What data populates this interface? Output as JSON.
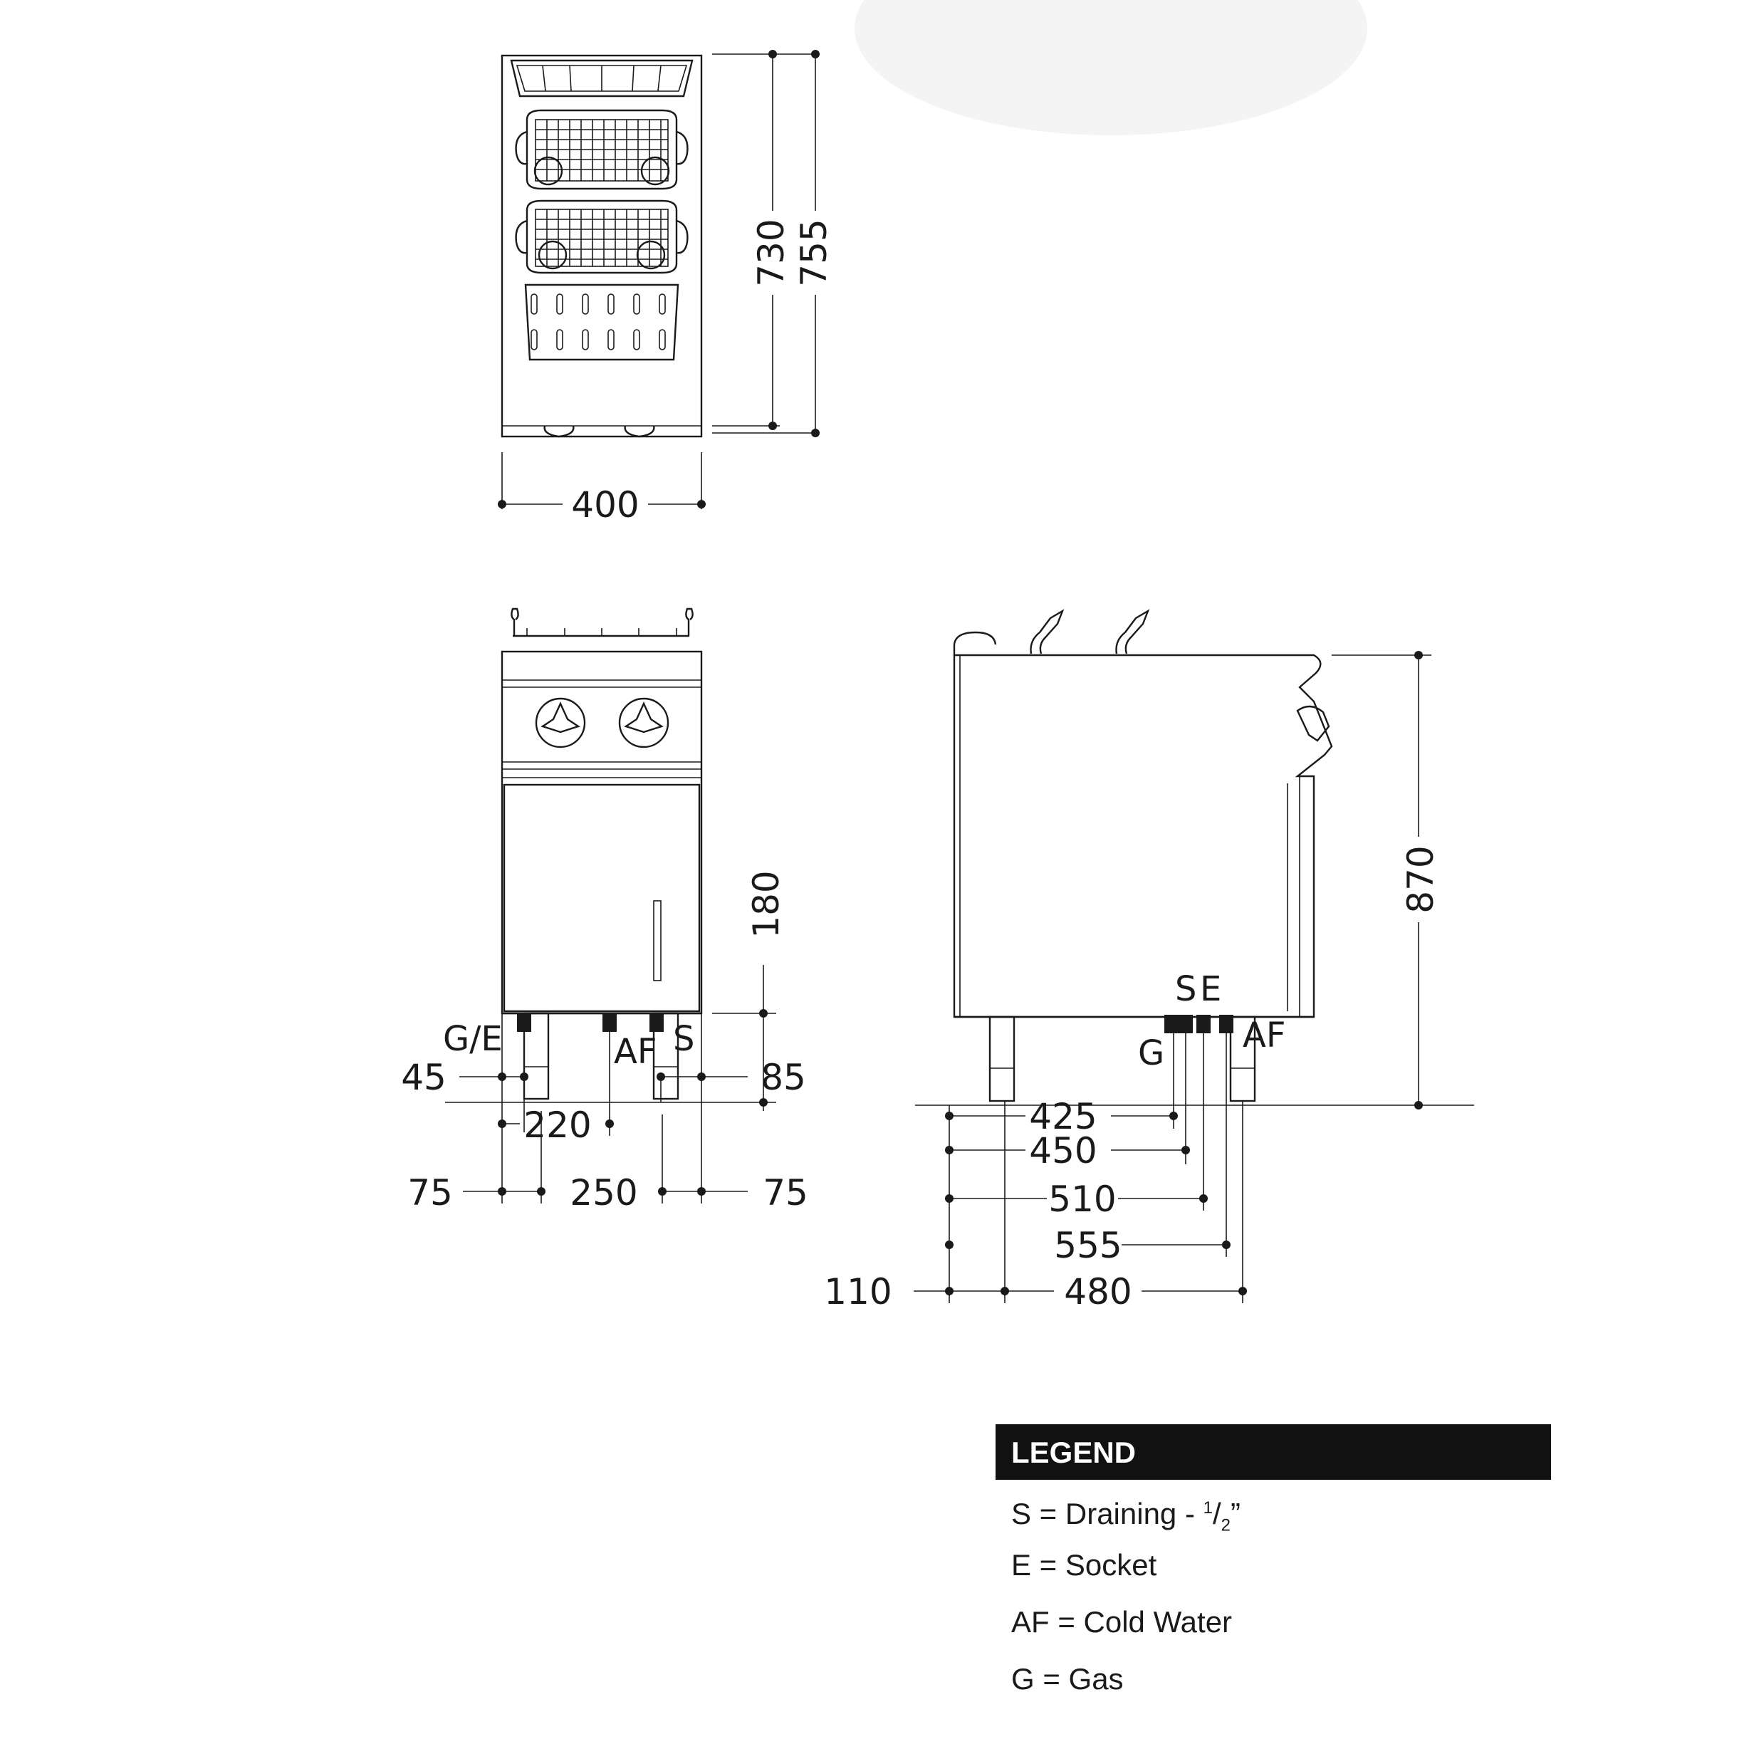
{
  "top_view": {
    "width": "400",
    "depth_inner": "730",
    "depth_outer": "755"
  },
  "front_view": {
    "height_180": "180",
    "left_45": "45",
    "right_85": "85",
    "offset_220": "220",
    "bottom_left_75": "75",
    "bottom_mid_250": "250",
    "bottom_right_75": "75",
    "label_ge": "G/E",
    "label_af": "AF",
    "label_s": "S"
  },
  "side_view": {
    "height_870": "870",
    "d_425": "425",
    "d_450": "450",
    "d_510": "510",
    "d_555": "555",
    "d_110": "110",
    "d_480": "480",
    "label_s": "S",
    "label_e": "E",
    "label_g": "G",
    "label_af": "AF"
  },
  "legend": {
    "title": "LEGEND",
    "s_prefix": "S = Draining - ",
    "s_num": "1",
    "s_sep": "/",
    "s_den": "2",
    "s_suffix": "”",
    "e": "E = Socket",
    "af": "AF = Cold Water",
    "g": "G = Gas"
  }
}
